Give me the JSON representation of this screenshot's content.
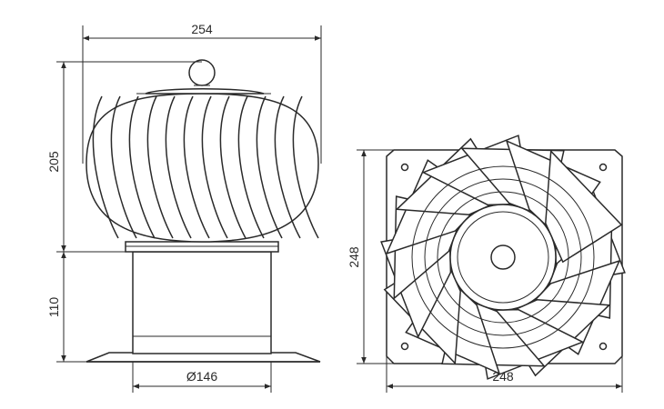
{
  "drawing": {
    "side_view": {
      "width_label": "254",
      "turbine_height_label": "205",
      "base_height_label": "110",
      "base_diameter_label": "Ø146"
    },
    "top_view": {
      "height_label": "248",
      "width_label": "248"
    },
    "colors": {
      "line": "#2a2a2a",
      "background": "#ffffff"
    }
  }
}
